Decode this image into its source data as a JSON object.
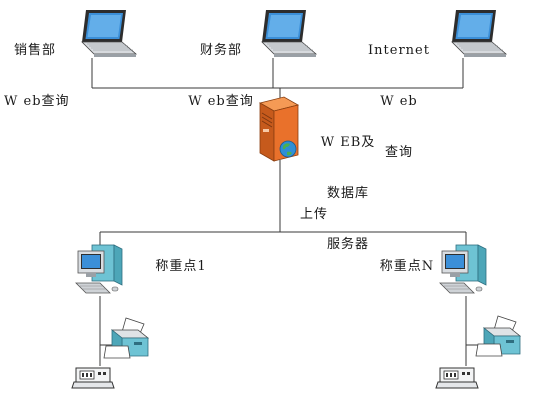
{
  "nodes": {
    "sales": {
      "label_line1": "销售部",
      "label_line2": "W eb查询"
    },
    "finance": {
      "label_line1": "财务部",
      "label_line2": "W eb查询"
    },
    "internet": {
      "label_line1": "Internet",
      "label_line2": "W eb",
      "label_line3": "查询"
    },
    "server": {
      "label_line1": "W EB及",
      "label_line2": "数据库",
      "label_line3": "服务器"
    },
    "scale1": {
      "label": "称重点1"
    },
    "scaleN": {
      "label": "称重点N"
    }
  },
  "connections": {
    "upload_label": "上传"
  },
  "colors": {
    "line": "#3a3a3a",
    "server_orange": "#e9712b",
    "screen_blue": "#3b8fd8",
    "device_teal": "#6ec3d4",
    "device_gray": "#c9cdd2"
  }
}
